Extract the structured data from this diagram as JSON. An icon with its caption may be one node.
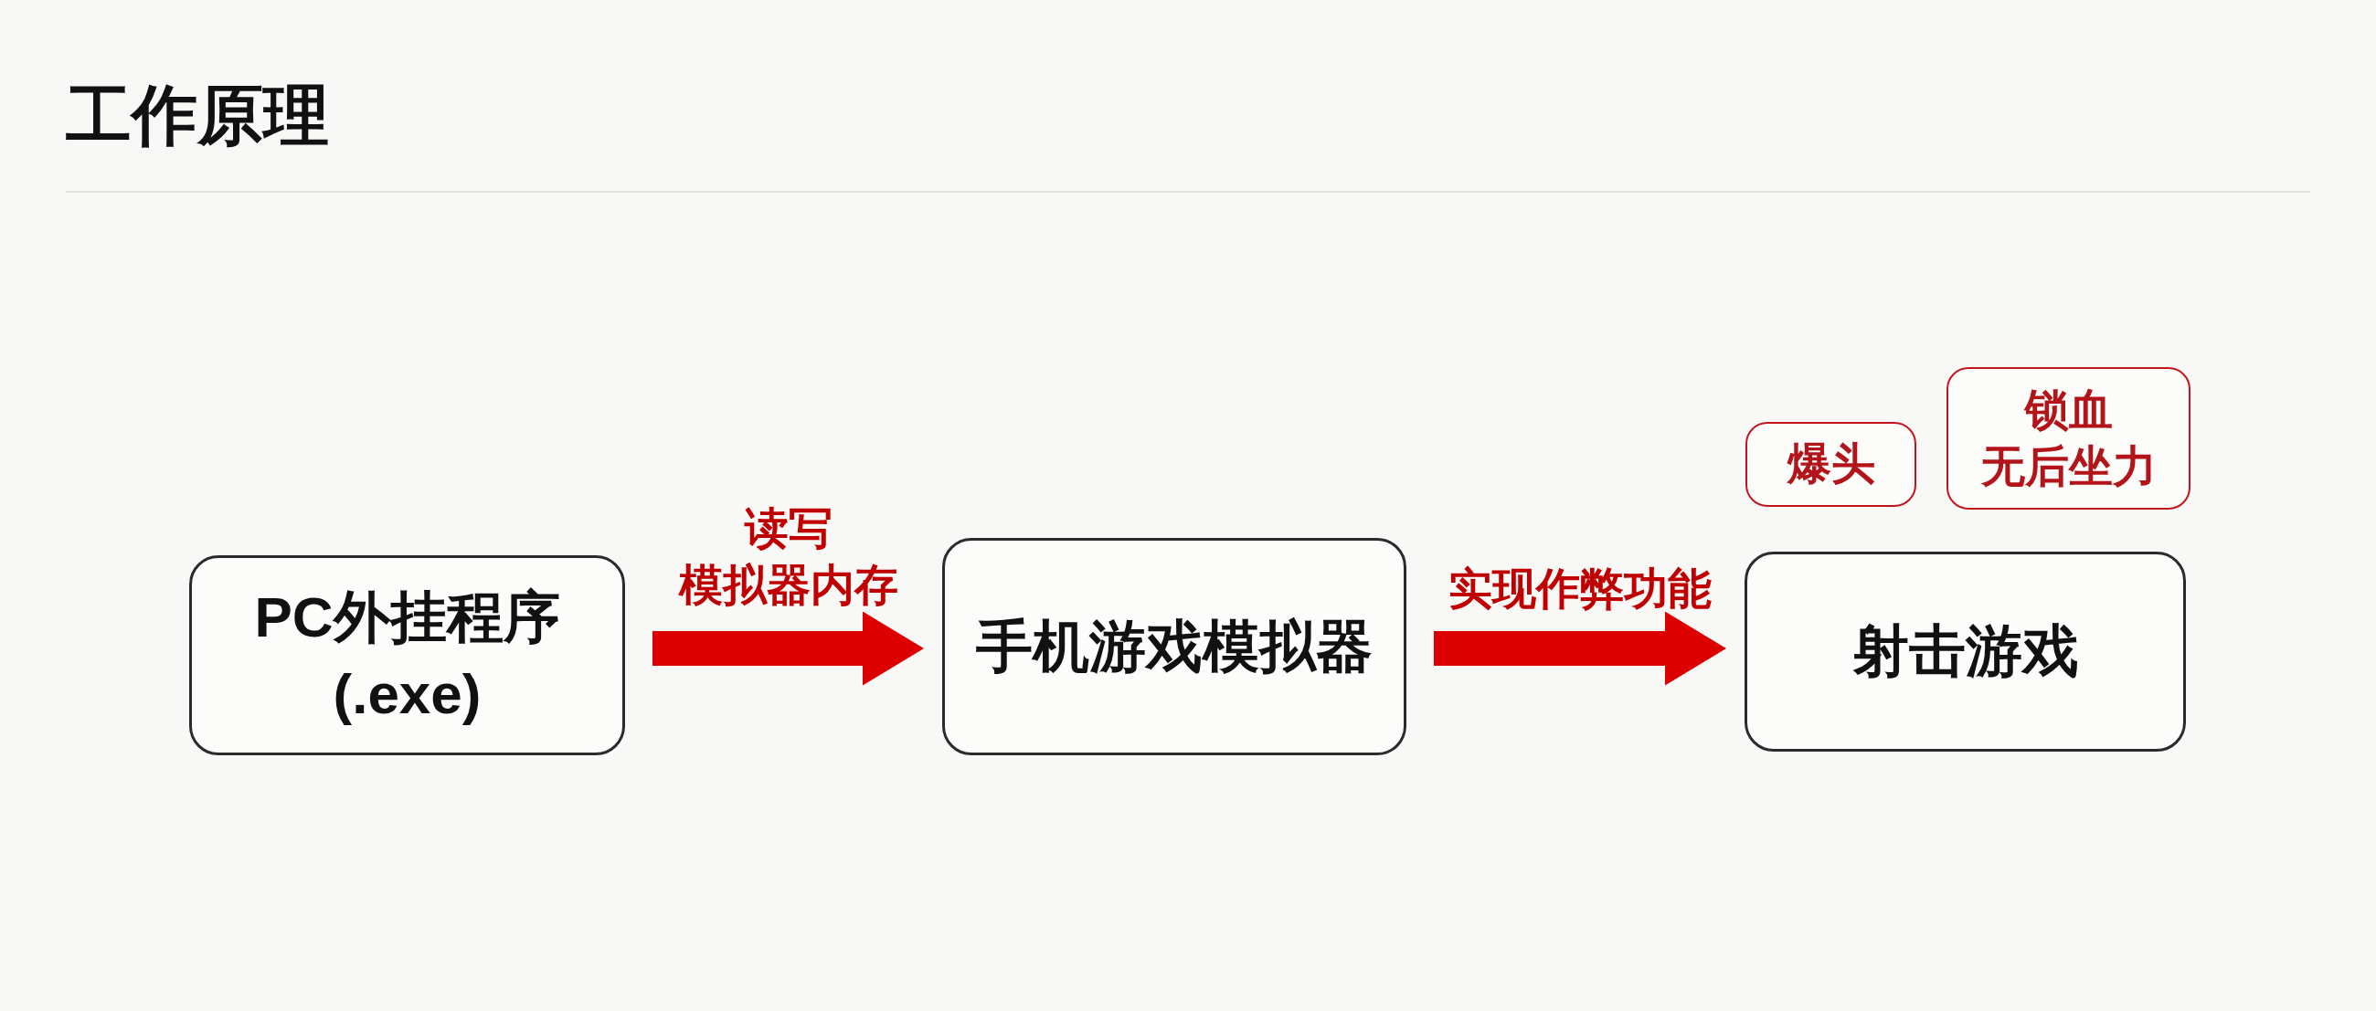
{
  "diagram": {
    "title": "工作原理",
    "nodes": [
      {
        "text": [
          "PC外挂程序(.exe)"
        ]
      },
      {
        "text": [
          "手机游戏模拟器"
        ]
      },
      {
        "text": [
          "射击游戏"
        ]
      },
      {
        "text": [
          "爆头"
        ]
      },
      {
        "text": [
          "锁血",
          "无后坐力"
        ]
      }
    ],
    "edges": [
      {
        "from": 0,
        "to": 1,
        "arrow": "to",
        "label": "读写模拟器内存"
      },
      {
        "from": 1,
        "to": 2,
        "arrow": "to",
        "label": "实现作弊功能"
      }
    ]
  }
}
